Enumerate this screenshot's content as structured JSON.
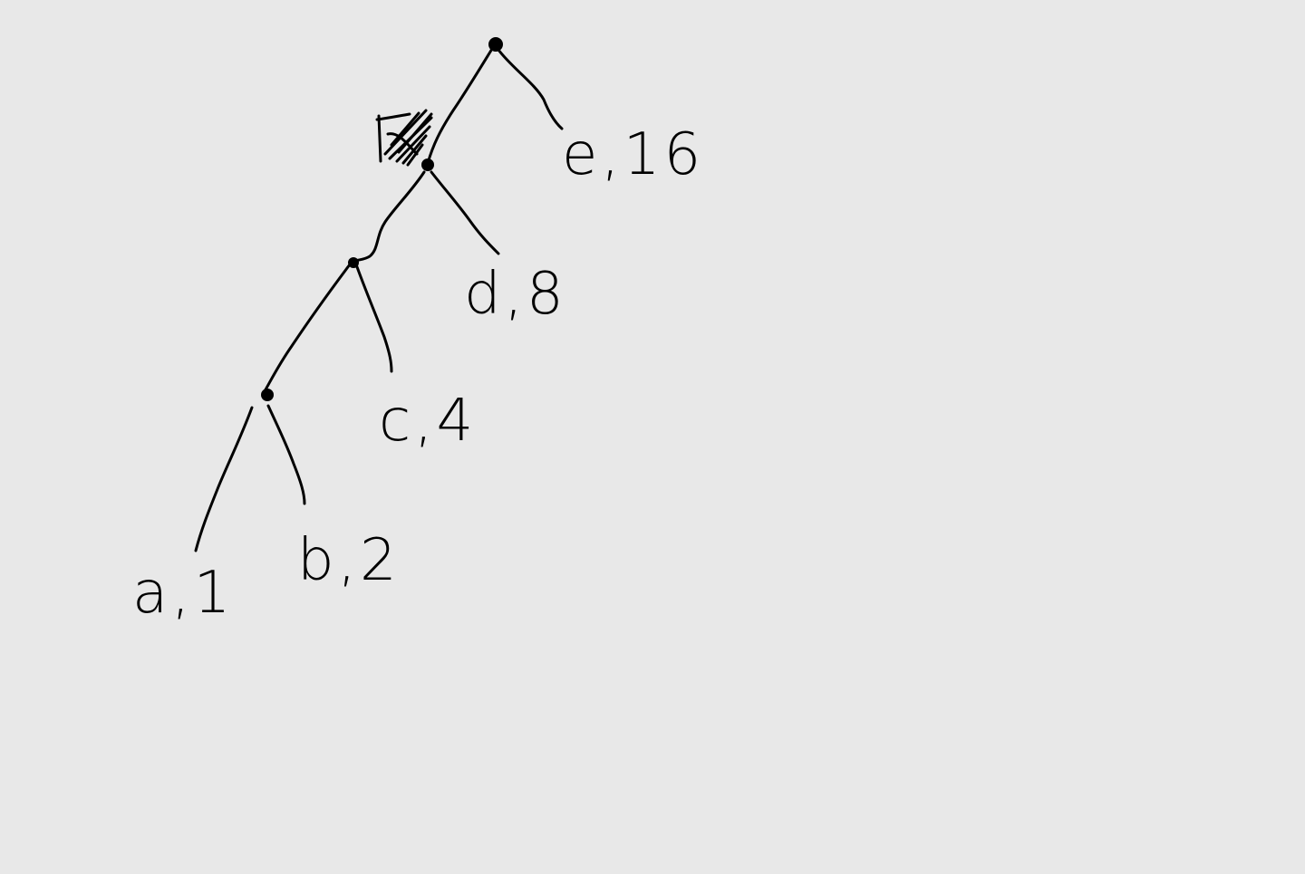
{
  "canvas": {
    "background": "#e8e8e8",
    "ink_color": "#000000"
  },
  "tree": {
    "leaves": [
      {
        "label": "a,1"
      },
      {
        "label": "b,2"
      },
      {
        "label": "c,4"
      },
      {
        "label": "d,8"
      },
      {
        "label": "e,16"
      }
    ],
    "scribble_note": "scribbled-out mark"
  }
}
